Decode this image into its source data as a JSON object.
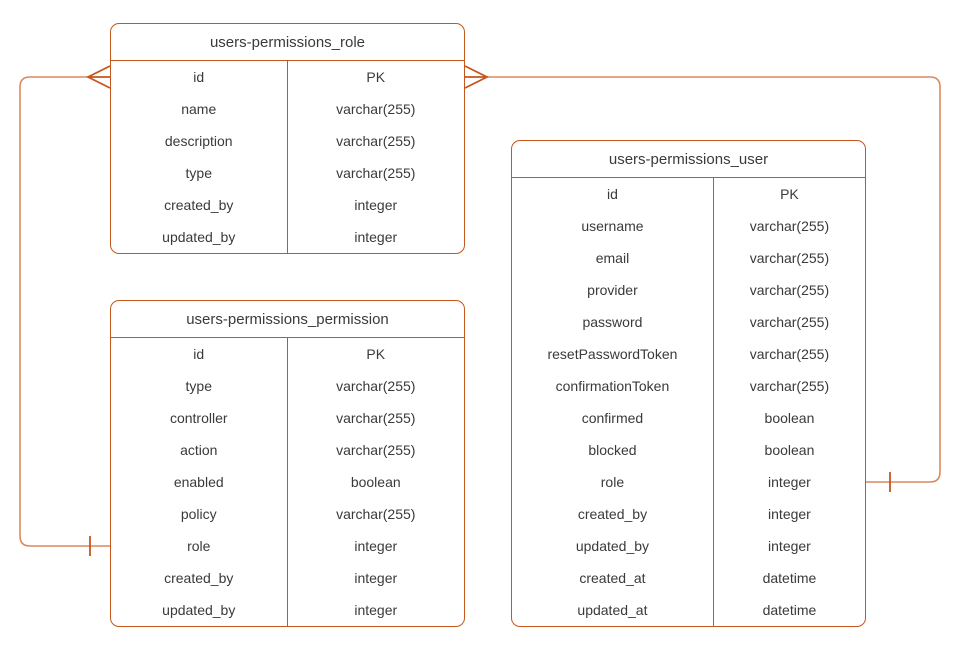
{
  "diagram": {
    "colors": {
      "stroke": "#C4571D",
      "connector": "#DB8A5E",
      "text": "#3A3A3A",
      "background": "#FFFFFF"
    },
    "tables": [
      {
        "id": "role",
        "title": "users-permissions_role",
        "fields": [
          {
            "name": "id",
            "type": "PK"
          },
          {
            "name": "name",
            "type": "varchar(255)"
          },
          {
            "name": "description",
            "type": "varchar(255)"
          },
          {
            "name": "type",
            "type": "varchar(255)"
          },
          {
            "name": "created_by",
            "type": "integer"
          },
          {
            "name": "updated_by",
            "type": "integer"
          }
        ]
      },
      {
        "id": "permission",
        "title": "users-permissions_permission",
        "fields": [
          {
            "name": "id",
            "type": "PK"
          },
          {
            "name": "type",
            "type": "varchar(255)"
          },
          {
            "name": "controller",
            "type": "varchar(255)"
          },
          {
            "name": "action",
            "type": "varchar(255)"
          },
          {
            "name": "enabled",
            "type": "boolean"
          },
          {
            "name": "policy",
            "type": "varchar(255)"
          },
          {
            "name": "role",
            "type": "integer"
          },
          {
            "name": "created_by",
            "type": "integer"
          },
          {
            "name": "updated_by",
            "type": "integer"
          }
        ]
      },
      {
        "id": "user",
        "title": "users-permissions_user",
        "fields": [
          {
            "name": "id",
            "type": "PK"
          },
          {
            "name": "username",
            "type": "varchar(255)"
          },
          {
            "name": "email",
            "type": "varchar(255)"
          },
          {
            "name": "provider",
            "type": "varchar(255)"
          },
          {
            "name": "password",
            "type": "varchar(255)"
          },
          {
            "name": "resetPasswordToken",
            "type": "varchar(255)"
          },
          {
            "name": "confirmationToken",
            "type": "varchar(255)"
          },
          {
            "name": "confirmed",
            "type": "boolean"
          },
          {
            "name": "blocked",
            "type": "boolean"
          },
          {
            "name": "role",
            "type": "integer"
          },
          {
            "name": "created_by",
            "type": "integer"
          },
          {
            "name": "updated_by",
            "type": "integer"
          },
          {
            "name": "created_at",
            "type": "datetime"
          },
          {
            "name": "updated_at",
            "type": "datetime"
          }
        ]
      }
    ],
    "relationships": [
      {
        "from_table": "users-permissions_role",
        "from_field": "id",
        "from_cardinality": "many",
        "to_table": "users-permissions_permission",
        "to_field": "role",
        "to_cardinality": "one"
      },
      {
        "from_table": "users-permissions_role",
        "from_field": "id",
        "from_cardinality": "many",
        "to_table": "users-permissions_user",
        "to_field": "role",
        "to_cardinality": "one"
      }
    ]
  }
}
